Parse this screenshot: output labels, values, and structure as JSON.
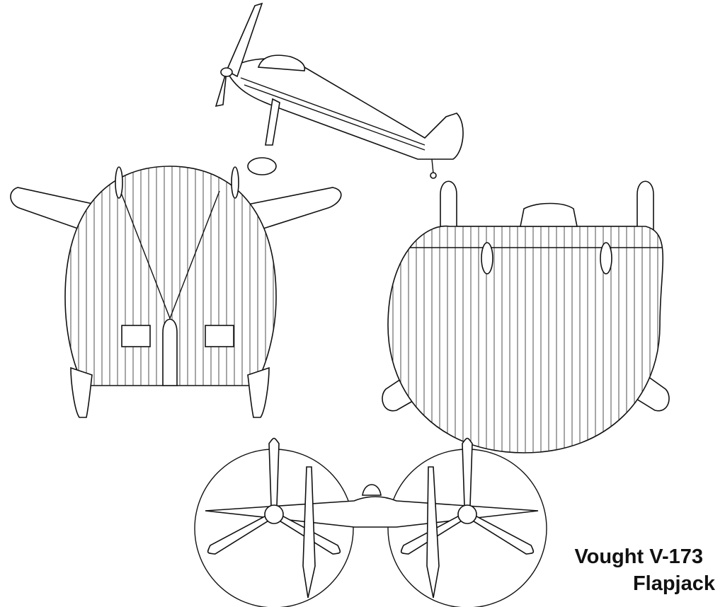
{
  "caption": {
    "line1": "Vought V-173",
    "line2": "Flapjack"
  },
  "colors": {
    "ink": "#111111",
    "background": "#ffffff"
  },
  "views": [
    "side-view",
    "top-view",
    "bottom-view",
    "front-view"
  ]
}
